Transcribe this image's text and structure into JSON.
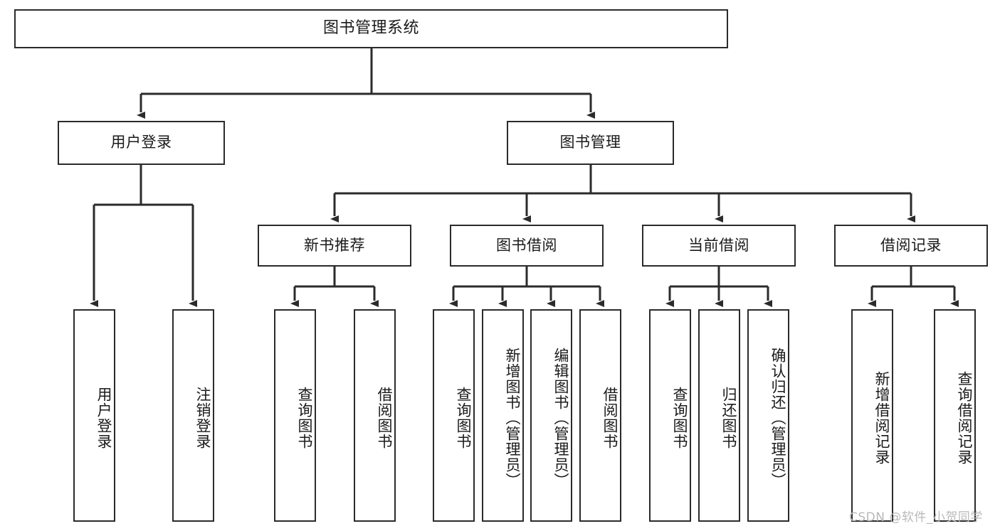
{
  "diagram": {
    "title": "图书管理系统",
    "type": "tree-hierarchy",
    "orientation": "top-down",
    "colors": {
      "node_border": "#2b2b2b",
      "node_fill": "#ffffff",
      "edge": "#2b2b2b",
      "text": "#1a1a1a",
      "watermark": "#b9b9b9",
      "background": "#ffffff"
    },
    "root": {
      "label": "图书管理系统"
    },
    "level2": [
      {
        "id": "user-login",
        "label": "用户登录"
      },
      {
        "id": "book-manage",
        "label": "图书管理"
      }
    ],
    "level3": [
      {
        "id": "new-book-recommend",
        "label": "新书推荐",
        "parent": "book-manage"
      },
      {
        "id": "book-borrow",
        "label": "图书借阅",
        "parent": "book-manage"
      },
      {
        "id": "current-borrow",
        "label": "当前借阅",
        "parent": "book-manage"
      },
      {
        "id": "borrow-record",
        "label": "借阅记录",
        "parent": "book-manage"
      }
    ],
    "leaves": [
      {
        "id": "leaf-user-login",
        "label": "用户登录",
        "parent": "user-login"
      },
      {
        "id": "leaf-logout-login",
        "label": "注销登录",
        "parent": "user-login"
      },
      {
        "id": "leaf-query-book-1",
        "label": "查询图书",
        "parent": "new-book-recommend"
      },
      {
        "id": "leaf-borrow-book-1",
        "label": "借阅图书",
        "parent": "new-book-recommend"
      },
      {
        "id": "leaf-query-book-2",
        "label": "查询图书",
        "parent": "book-borrow"
      },
      {
        "id": "leaf-add-book",
        "label": "新增图书（管理员）",
        "parent": "book-borrow"
      },
      {
        "id": "leaf-edit-book",
        "label": "编辑图书（管理员）",
        "parent": "book-borrow"
      },
      {
        "id": "leaf-borrow-book-2",
        "label": "借阅图书",
        "parent": "book-borrow"
      },
      {
        "id": "leaf-query-book-3",
        "label": "查询图书",
        "parent": "current-borrow"
      },
      {
        "id": "leaf-return-book",
        "label": "归还图书",
        "parent": "current-borrow"
      },
      {
        "id": "leaf-confirm-return",
        "label": "确认归还（管理员）",
        "parent": "current-borrow"
      },
      {
        "id": "leaf-add-record",
        "label": "新增借阅记录",
        "parent": "borrow-record"
      },
      {
        "id": "leaf-query-record",
        "label": "查询借阅记录",
        "parent": "borrow-record"
      }
    ],
    "watermark": "CSDN @软件_小贺同学"
  }
}
